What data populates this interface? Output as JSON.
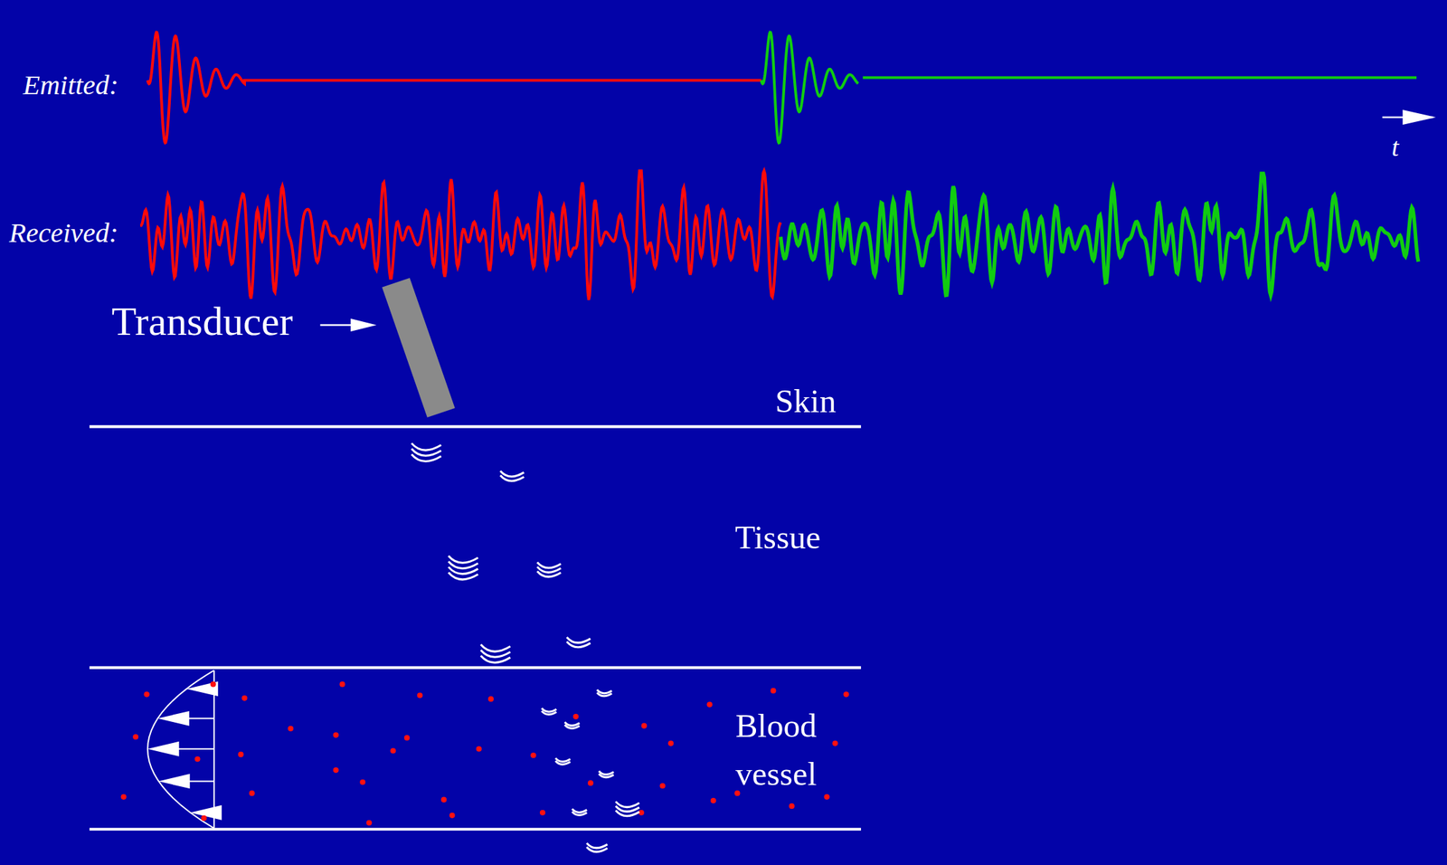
{
  "diagram": {
    "labels": [
      "Emitted:",
      "Received:",
      "t",
      "Transducer",
      "Skin",
      "Tissue",
      "Blood vessel"
    ]
  }
}
